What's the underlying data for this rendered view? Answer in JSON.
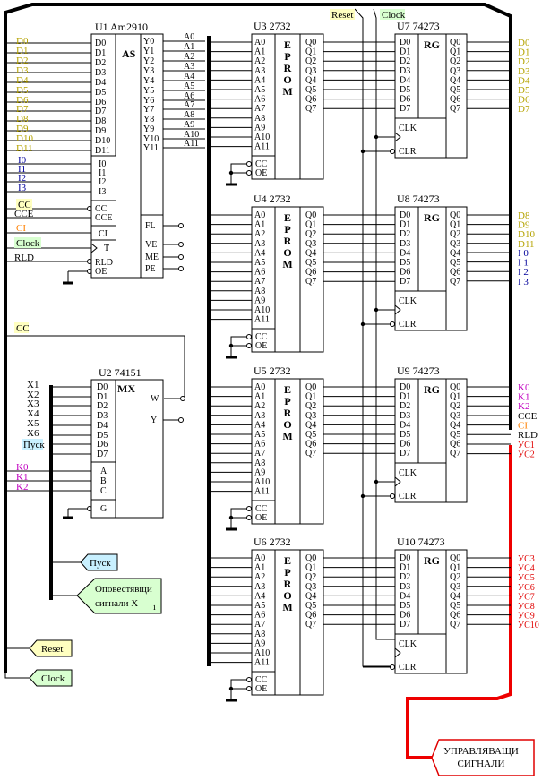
{
  "top_labels": {
    "reset": "Reset",
    "clock": "Clock"
  },
  "u1": {
    "title": "U1  Am2910",
    "name": "AS",
    "inputs": [
      "D0",
      "D1",
      "D2",
      "D3",
      "D4",
      "D5",
      "D6",
      "D7",
      "D8",
      "D9",
      "D10",
      "D11",
      "I0",
      "I1",
      "I2",
      "I3",
      "CC",
      "CCE",
      "CI",
      "T",
      "RLD",
      "OE"
    ],
    "outputs": [
      "Y0",
      "Y1",
      "Y2",
      "Y3",
      "Y4",
      "Y5",
      "Y6",
      "Y7",
      "Y8",
      "Y9",
      "Y10",
      "Y11",
      "FL",
      "VE",
      "ME",
      "PE"
    ]
  },
  "left_d_labels": [
    "D0",
    "D1",
    "D2",
    "D3",
    "D4",
    "D5",
    "D6",
    "D7",
    "D8",
    "D9",
    "D10",
    "D11"
  ],
  "left_i_labels": [
    "I0",
    "I1",
    "I2",
    "I3"
  ],
  "left_ctrl": {
    "cc": "CC",
    "cce": "CCE",
    "ci": "CI",
    "clock": "Clock",
    "rld": "RLD"
  },
  "address_labels": [
    "A0",
    "A1",
    "A2",
    "A3",
    "A4",
    "A5",
    "A6",
    "A7",
    "A8",
    "A9",
    "A10",
    "A11"
  ],
  "cc_tag": "CC",
  "u2": {
    "title": "U2  74151",
    "name": "MX",
    "inputs": [
      "D0",
      "D1",
      "D2",
      "D3",
      "D4",
      "D5",
      "D6",
      "D7",
      "A",
      "B",
      "C",
      "G"
    ],
    "outputs": [
      "W",
      "Y"
    ]
  },
  "x_labels": [
    "X1",
    "X2",
    "X3",
    "X4",
    "X5",
    "X6"
  ],
  "pusk_label": "Пуск",
  "k_labels": [
    "K0",
    "K1",
    "K2"
  ],
  "eproms": [
    {
      "title": "U3  2732"
    },
    {
      "title": "U4  2732"
    },
    {
      "title": "U5  2732"
    },
    {
      "title": "U6  2732"
    }
  ],
  "eprom": {
    "name": "EPROM",
    "inputs": [
      "A0",
      "A1",
      "A2",
      "A3",
      "A4",
      "A5",
      "A6",
      "A7",
      "A8",
      "A9",
      "A10",
      "A11"
    ],
    "ctrl": [
      "CC",
      "OE"
    ],
    "outputs": [
      "Q0",
      "Q1",
      "Q2",
      "Q3",
      "Q4",
      "Q5",
      "Q6",
      "Q7"
    ]
  },
  "regs": [
    {
      "title": "U7  74273"
    },
    {
      "title": "U8  74273"
    },
    {
      "title": "U9  74273"
    },
    {
      "title": "U10  74273"
    }
  ],
  "reg": {
    "name": "RG",
    "inputs": [
      "D0",
      "D1",
      "D2",
      "D3",
      "D4",
      "D5",
      "D6",
      "D7"
    ],
    "ctrl": [
      "CLK",
      "CLR"
    ],
    "outputs": [
      "Q0",
      "Q1",
      "Q2",
      "Q3",
      "Q4",
      "Q5",
      "Q6",
      "Q7"
    ]
  },
  "right_u7": [
    "D0",
    "D1",
    "D2",
    "D3",
    "D4",
    "D5",
    "D6",
    "D7"
  ],
  "right_u8_d": [
    "D8",
    "D9",
    "D10",
    "D11"
  ],
  "right_u8_i": [
    "I 0",
    "I 1",
    "I 2",
    "I 3"
  ],
  "right_u9_k": [
    "K0",
    "K1",
    "K2"
  ],
  "right_u9_other": [
    "CCE",
    "CI",
    "RLD"
  ],
  "right_u9_us": [
    "УС1",
    "УС2"
  ],
  "right_u10": [
    "УС3",
    "УС4",
    "УС5",
    "УС6",
    "УС7",
    "УС8",
    "УС9",
    "УС10"
  ],
  "bottom_tags": {
    "pusk": "Пуск",
    "notify_line1": "Оповестявщи",
    "notify_line2": "сигнали  X",
    "notify_sub": "i",
    "reset": "Reset",
    "clock": "Clock"
  },
  "control_box": {
    "line1": "УПРАВЛЯВАЩИ",
    "line2": "СИГНАЛИ"
  },
  "colors": {
    "olive": "#b5a300",
    "blue": "#00009a",
    "magenta": "#c000c0",
    "red": "#e00000",
    "orange": "#ff8000",
    "tag_yellow": "#ffffc0",
    "tag_cyan": "#c8f0ff",
    "tag_green": "#d8ffd0"
  }
}
